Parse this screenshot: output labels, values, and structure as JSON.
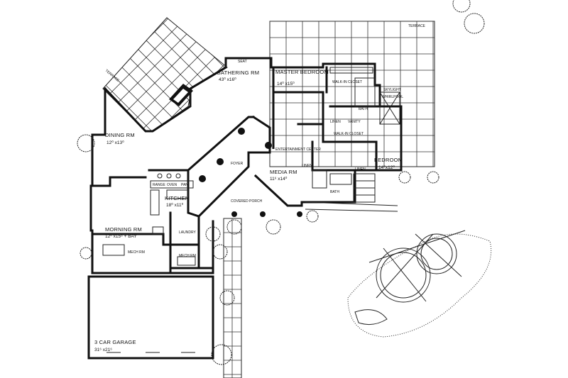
{
  "rooms": {
    "terrace_left": "TERRACE",
    "terrace_right": "TERRACE",
    "gathering": {
      "name": "GATHERING RM",
      "dim": "43⁰ x16⁰"
    },
    "master": {
      "name": "MASTER BEDROOM",
      "dim": "14⁰ x15⁰"
    },
    "dining": {
      "name": "DINING RM",
      "dim": "12⁰ x13⁰"
    },
    "foyer": "FOYER",
    "media": {
      "name": "MEDIA RM",
      "dim": "11⁶ x14⁰"
    },
    "bedroom": {
      "name": "BEDROOM",
      "dim": "14⁰x12⁰"
    },
    "kitchen": {
      "name": "KITCHEN",
      "dim": "18⁰ x11⁰"
    },
    "morning": {
      "name": "MORNING RM",
      "dim": "12⁰ x15⁶ + BAY"
    },
    "covered_porch": "COVERED PORCH",
    "laundry": "LAUNDRY",
    "mech": "MECH RM",
    "garage": {
      "name": "3 CAR GARAGE",
      "dim": "31⁶ x21⁶"
    },
    "walkin": "WALK-IN CLOSET",
    "bath": "BATH",
    "bath2": "BATH",
    "linen": "LINEN",
    "linen2": "LINEN",
    "linen3": "LINEN",
    "walkin2": "WALK-IN CLOSET",
    "skylight": "SKYLIGHT",
    "whirlpool": "WHIRLPOOL",
    "seat": "SEAT",
    "entertainment": "ENTERTAINMENT CENTER",
    "mech_small": "MECH RM",
    "vanity": "VANITY",
    "range": "RANGE",
    "oven": "OVEN",
    "pan": "PAN"
  }
}
